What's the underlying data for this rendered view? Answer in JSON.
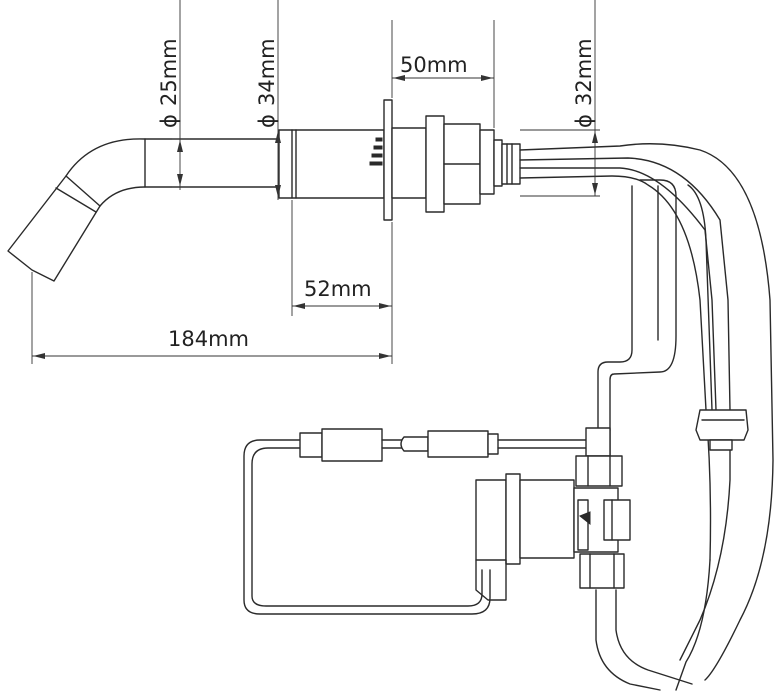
{
  "dimensions": {
    "spout_diameter": "25mm",
    "body_diameter": "34mm",
    "nut_length": "50mm",
    "pipe_diameter": "32mm",
    "body_length": "52mm",
    "total_projection": "184mm"
  },
  "diameter_symbol": "ϕ"
}
